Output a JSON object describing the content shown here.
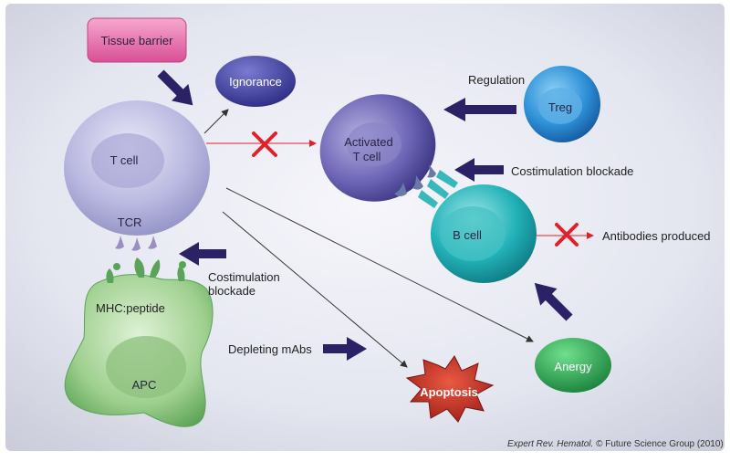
{
  "labels": {
    "tissue_barrier": "Tissue barrier",
    "ignorance": "Ignorance",
    "regulation": "Regulation",
    "treg": "Treg",
    "activated_t_cell_line1": "Activated",
    "activated_t_cell_line2": "T cell",
    "t_cell": "T cell",
    "tcr": "TCR",
    "costim_blockade_top": "Costimulation blockade",
    "b_cell": "B cell",
    "antibodies_produced": "Antibodies produced",
    "costim_blockade_left_line1": "Costimulation",
    "costim_blockade_left_line2": "blockade",
    "mhc_peptide": "MHC:peptide",
    "depleting_mabs": "Depleting mAbs",
    "apc": "APC",
    "anergy": "Anergy",
    "apoptosis": "Apoptosis"
  },
  "credit": {
    "journal": "Expert Rev. Hematol.",
    "rest": " © Future Science Group (2010)"
  },
  "colors": {
    "navy_arrow": "#2a2166",
    "red_block": "#e0202a",
    "pink_box": "#e86aa8",
    "ignorance_fill": "#3a3a9a",
    "treg_fill": "#1e7fc8",
    "b_cell_fill": "#1aa8b0",
    "anergy_fill": "#1f9a4c",
    "apoptosis_fill": "#c8281e",
    "apc_fill": "#7cc07a"
  }
}
